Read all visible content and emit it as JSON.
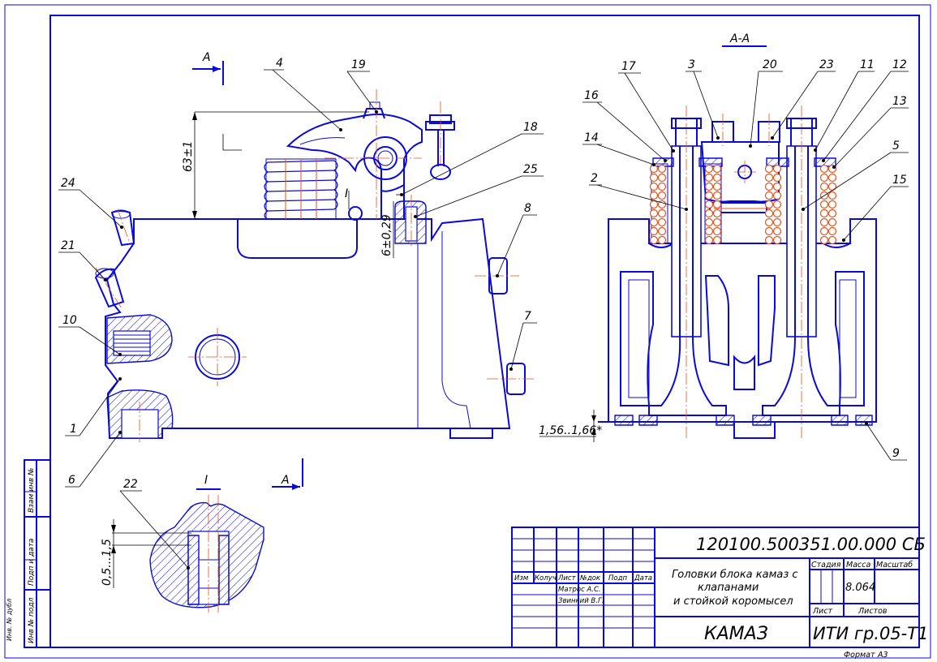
{
  "section": {
    "label": "А-А",
    "arrow_label": "А"
  },
  "detail": {
    "label": "I"
  },
  "dimensions": {
    "height": "63±1",
    "gap": "6±0,29",
    "offset": "1,56..1,66*",
    "depth": "0,5...1,5"
  },
  "callouts": {
    "c1": "1",
    "c2": "2",
    "c3": "3",
    "c4": "4",
    "c5": "5",
    "c6": "6",
    "c7": "7",
    "c8": "8",
    "c9": "9",
    "c10": "10",
    "c11": "11",
    "c12": "12",
    "c13": "13",
    "c14": "14",
    "c15": "15",
    "c16": "16",
    "c17": "17",
    "c18": "18",
    "c19": "19",
    "c20": "20",
    "c21": "21",
    "c22": "22",
    "c23": "23",
    "c24": "24",
    "c25": "25"
  },
  "title_block": {
    "designation": "120100.500351.00.000 СБ",
    "name_line1": "Головки блока камаз с",
    "name_line2": "клапанами",
    "name_line3": "и стойкой коромысел",
    "company": "КАМАЗ",
    "org": "ИТИ гр.05-Т1",
    "col_izm": "Изм",
    "col_kolch": "Колуч",
    "col_list": "Лист",
    "col_ndok": "№док",
    "col_podp": "Подп",
    "col_data": "Дата",
    "developer": "Матрос А.С.",
    "checker": "Звинкий В.Г.",
    "stage_label": "Стадия",
    "mass_label": "Масса",
    "scale_label": "Масштаб",
    "mass_value": "8.064",
    "sheet_label": "Лист",
    "sheets_label": "Листов",
    "format_label": "Формат",
    "format_value": "А3"
  },
  "side_stamp": {
    "s1": "Инв № подл",
    "s2": "Подп и дата",
    "s3": "Взам инв №",
    "s4": "Инв. № дубл"
  }
}
